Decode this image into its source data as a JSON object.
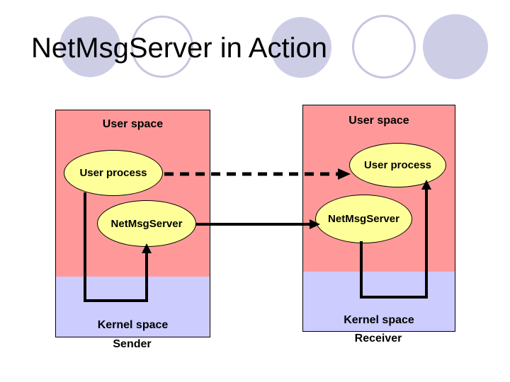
{
  "slide": {
    "title": "NetMsgServer in Action"
  },
  "colors": {
    "user_space_fill": "#ff9999",
    "kernel_space_fill": "#ccccff",
    "process_ellipse_fill": "#ffff99",
    "decor_circle_fill": "#cdcde6",
    "connector_color": "#000000"
  },
  "sender_panel": {
    "user_space_label": "User space",
    "user_process_label": "User process",
    "netmsgserver_label": "NetMsgServer",
    "kernel_space_label": "Kernel space",
    "caption": "Sender"
  },
  "receiver_panel": {
    "user_space_label": "User space",
    "user_process_label": "User process",
    "netmsgserver_label": "NetMsgServer",
    "kernel_space_label": "Kernel space",
    "caption": "Receiver"
  },
  "connectors": {
    "user_process_link": "dashed-arrow",
    "netmsgserver_link": "solid-arrow",
    "sender_internal_link": "elbow-arrow-up",
    "receiver_internal_link": "elbow-arrow-up"
  }
}
